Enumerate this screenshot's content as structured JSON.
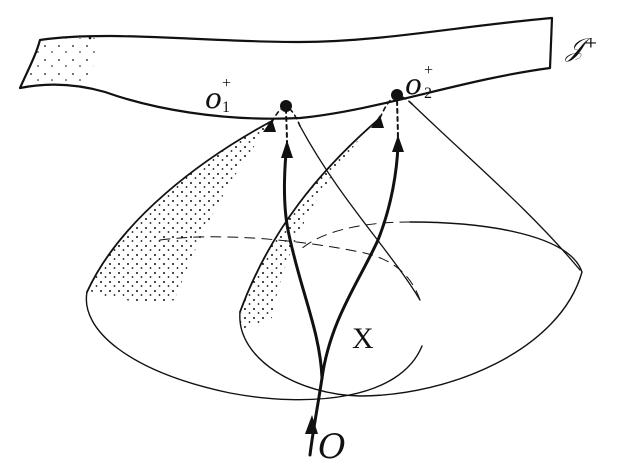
{
  "labels": {
    "scri_plus": "𝒥⁺",
    "o1_base": "o",
    "o1_sub": "1",
    "o1_sup": "+",
    "o2_base": "o",
    "o2_sub": "2",
    "o2_sup": "+",
    "region": "X",
    "origin": "O"
  },
  "colors": {
    "ink": "#111111",
    "background": "#ffffff"
  },
  "icons": {
    "arrow": "arrowhead-icon",
    "point": "filled-dot-icon"
  }
}
